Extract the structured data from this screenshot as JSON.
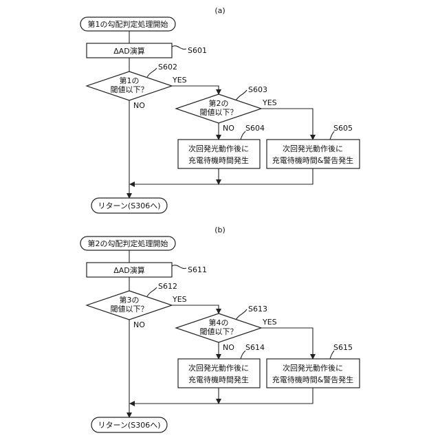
{
  "diagrams": [
    {
      "label": "(a)",
      "start": "第1の勾配判定処理開始",
      "calc": {
        "text": "ΔAD演算",
        "step": "S601"
      },
      "decision1": {
        "line1": "第1の",
        "line2": "閾値以下？",
        "step": "S602",
        "yes": "YES",
        "no": "NO"
      },
      "decision2": {
        "line1": "第2の",
        "line2": "閾値以下？",
        "step": "S603",
        "yes": "YES",
        "no": "NO"
      },
      "action1": {
        "line1": "次回発光動作後に",
        "line2": "充電待機時間発生",
        "step": "S604"
      },
      "action2": {
        "line1": "次回発光動作後に",
        "line2": "充電待機時間&警告発生",
        "step": "S605"
      },
      "end": "リターン(S306へ)"
    },
    {
      "label": "(b)",
      "start": "第2の勾配判定処理開始",
      "calc": {
        "text": "ΔAD演算",
        "step": "S611"
      },
      "decision1": {
        "line1": "第3の",
        "line2": "閾値以下？",
        "step": "S612",
        "yes": "YES",
        "no": "NO"
      },
      "decision2": {
        "line1": "第4の",
        "line2": "閾値以下？",
        "step": "S613",
        "yes": "YES",
        "no": "NO"
      },
      "action1": {
        "line1": "次回発光動作後に",
        "line2": "充電待機時間発生",
        "step": "S614"
      },
      "action2": {
        "line1": "次回発光動作後に",
        "line2": "充電待機時間&警告発生",
        "step": "S615"
      },
      "end": "リターン(S306へ)"
    }
  ]
}
